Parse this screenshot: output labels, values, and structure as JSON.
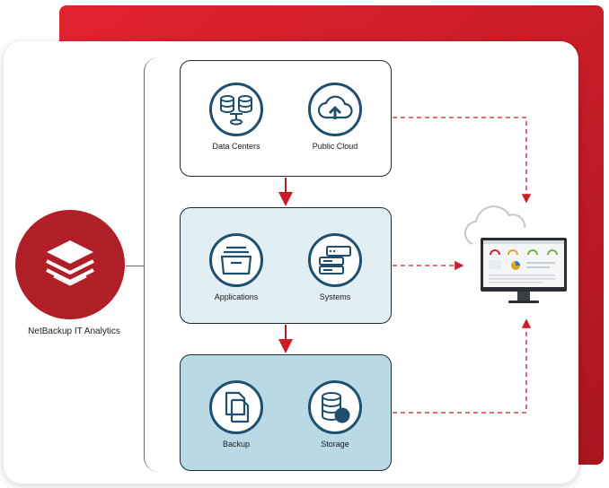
{
  "product": {
    "label": "NetBackup IT Analytics"
  },
  "tiers": [
    {
      "items": [
        {
          "label": "Data Centers",
          "icon": "database-servers-icon"
        },
        {
          "label": "Public Cloud",
          "icon": "cloud-upload-icon"
        }
      ]
    },
    {
      "items": [
        {
          "label": "Applications",
          "icon": "folder-stack-icon"
        },
        {
          "label": "Systems",
          "icon": "server-rack-icon"
        }
      ]
    },
    {
      "items": [
        {
          "label": "Backup",
          "icon": "copy-documents-icon"
        },
        {
          "label": "Storage",
          "icon": "database-disk-icon"
        }
      ]
    }
  ],
  "colors": {
    "accent_red": "#c91d29",
    "icon_navy": "#1f4f6e",
    "tier2_bg": "#e1eef4",
    "tier3_bg": "#b9d9e4"
  },
  "destination": {
    "icon": "cloud-monitor-dashboard-icon"
  }
}
